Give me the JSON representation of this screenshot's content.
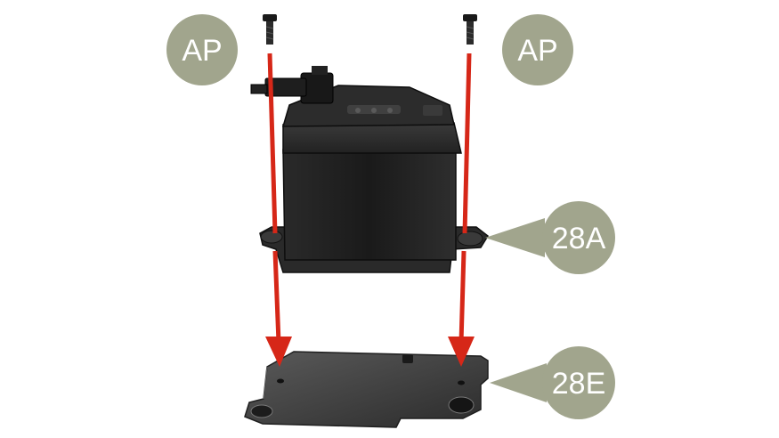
{
  "labels": {
    "screw_left": "AP",
    "screw_right": "AP",
    "battery": "28A",
    "base_plate": "28E"
  },
  "colors": {
    "callout_fill": "#a1a58d",
    "arrow": "#d62718",
    "part_dark": "#1c1c1c",
    "plate": "#3b3b3b"
  }
}
